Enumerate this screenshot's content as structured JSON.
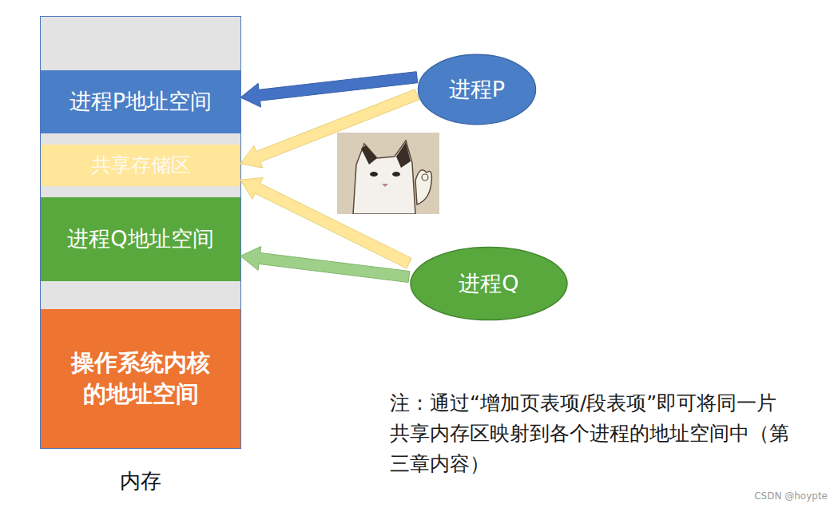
{
  "diagram": {
    "nodes": [
      {
        "text": [
          "内存"
        ]
      },
      {
        "text": [
          "进程P地址空间"
        ],
        "in": 0
      },
      {
        "text": [
          "共享存储区"
        ],
        "in": 0
      },
      {
        "text": [
          "进程Q地址空间"
        ],
        "in": 0
      },
      {
        "text": [
          "操作系统内核的地址空间"
        ],
        "in": 0
      },
      {
        "text": [
          "进程P"
        ]
      },
      {
        "text": [
          "进程Q"
        ]
      }
    ],
    "edges": [
      {
        "from": 5,
        "to": 1,
        "arrow": "to"
      },
      {
        "from": 5,
        "to": 2,
        "arrow": "to"
      },
      {
        "from": 6,
        "to": 2,
        "arrow": "to"
      },
      {
        "from": 6,
        "to": 3,
        "arrow": "to"
      }
    ],
    "labels": [
      "注：通过“增加页表项/段表项”即可将同一片共享内存区映射到各个进程的地址空间中（第三章内容）",
      "CSDN @hoypte"
    ]
  }
}
